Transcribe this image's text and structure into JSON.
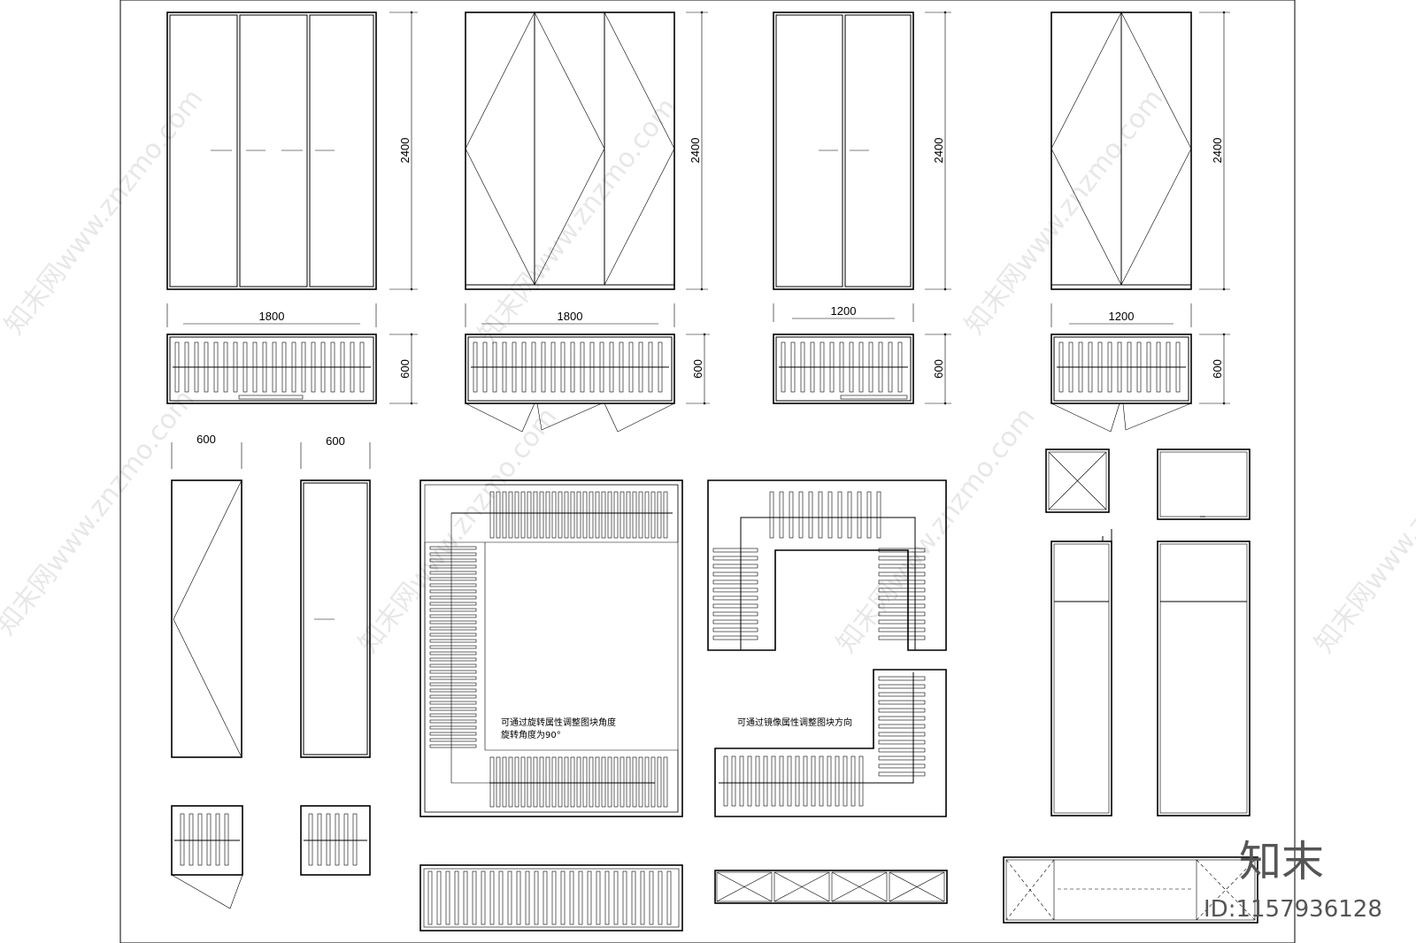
{
  "dimensions": {
    "height": "2400",
    "width_1800": "1800",
    "width_1200": "1200",
    "depth": "600",
    "width_600": "600"
  },
  "notes": {
    "rotate_line1": "可通过旋转属性调整图块角度",
    "rotate_line2": "旋转角度为90°",
    "mirror": "可通过镜像属性调整图块方向"
  },
  "watermark": {
    "site": "知末网www.znzmo.com"
  },
  "branding": {
    "logo": "知末",
    "id_label": "ID:1157936128"
  }
}
